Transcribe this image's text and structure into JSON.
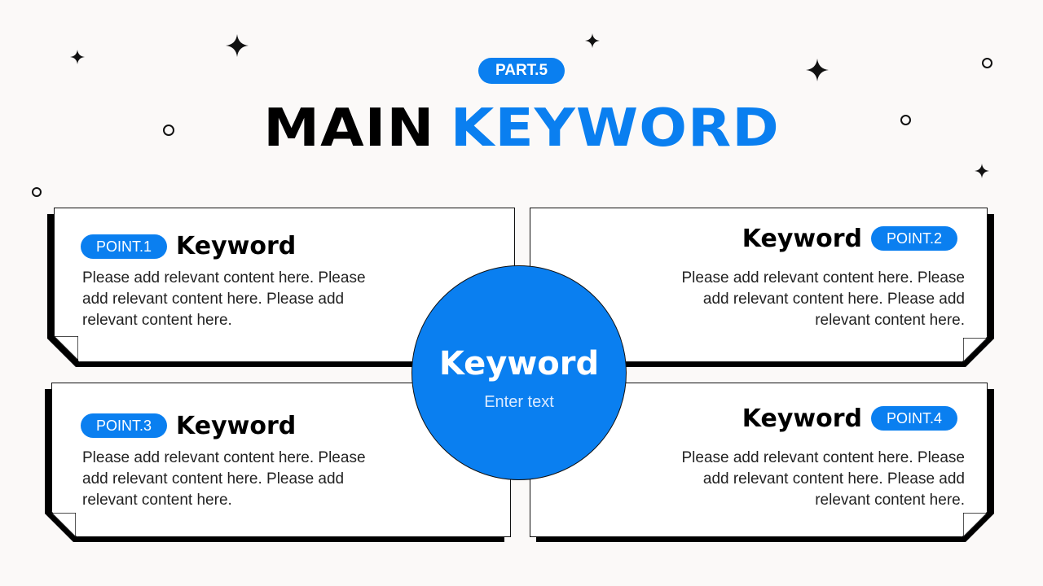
{
  "colors": {
    "accent": "#0a7ff0",
    "text": "#111111",
    "background": "#fbf9f8"
  },
  "header": {
    "part_label": "PART.5",
    "title_black": "MAIN",
    "title_blue": "KEYWORD"
  },
  "center": {
    "keyword": "Keyword",
    "subtitle": "Enter text"
  },
  "points": [
    {
      "badge": "POINT.1",
      "title": "Keyword",
      "body": "Please add relevant content here. Please add relevant content here. Please add relevant content here."
    },
    {
      "badge": "POINT.2",
      "title": "Keyword",
      "body": "Please add relevant content here. Please add relevant content here. Please add relevant content here."
    },
    {
      "badge": "POINT.3",
      "title": "Keyword",
      "body": "Please add relevant content here. Please add relevant content here. Please add relevant content here."
    },
    {
      "badge": "POINT.4",
      "title": "Keyword",
      "body": "Please add relevant content here. Please add relevant content here. Please add relevant content here."
    }
  ]
}
